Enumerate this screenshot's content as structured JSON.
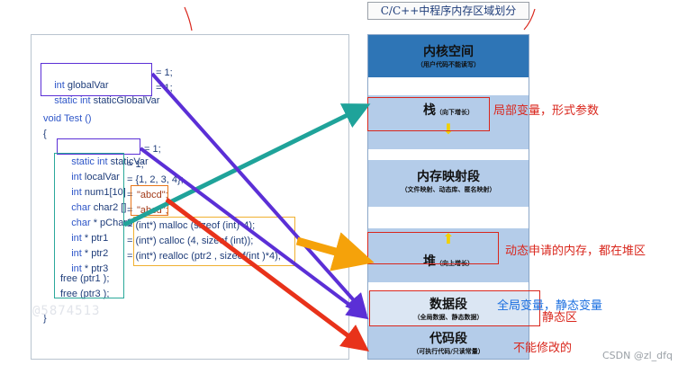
{
  "header": {
    "title": "C/C++中程序内存区域划分"
  },
  "code": {
    "line1": {
      "type": "int",
      "name": "globalVar",
      "tail": "= 1;"
    },
    "line2": {
      "type": "static int",
      "name": "staticGlobalVar",
      "tail": "= 1;"
    },
    "line3": {
      "text": "void Test ()"
    },
    "line4": {
      "text": "{"
    },
    "line5": {
      "type": "static int",
      "name": "staticVar",
      "tail": "= 1;"
    },
    "line6": {
      "type": "int",
      "name": "localVar",
      "tail": "= 1;"
    },
    "line7": {
      "type": "int",
      "name": "num1[10]",
      "tail": "= {1, 2, 3, 4};"
    },
    "line8": {
      "type": "char",
      "name": "char2 []",
      "eq": "=",
      "str": "\"abcd\";"
    },
    "line9": {
      "type": "char",
      "name": "* pChar3",
      "eq": "=",
      "str": "\"abcd\";"
    },
    "line10": {
      "type": "int",
      "name": "* ptr1",
      "tail": "= (int*) malloc (sizeof (int)*4);"
    },
    "line11": {
      "type": "int",
      "name": "* ptr2",
      "tail": "= (int*) calloc (4, sizeof (int));"
    },
    "line12": {
      "type": "int",
      "name": "* ptr3",
      "tail": "= (int*) realloc (ptr2 , sizeof(int )*4);"
    },
    "line13": {
      "text": "free (ptr1 );"
    },
    "line14": {
      "text": "free (ptr3 );"
    },
    "line15": {
      "text": "}"
    }
  },
  "watermark": "@5874513",
  "memory": {
    "kernel": {
      "title": "内核空间",
      "sub": "（用户代码不能读写）"
    },
    "stack": {
      "title": "栈",
      "sub": "（向下增长）"
    },
    "mmap": {
      "title": "内存映射段",
      "sub": "（文件映射、动态库、匿名映射）"
    },
    "heap": {
      "title": "堆",
      "sub": "（向上增长）"
    },
    "data": {
      "title": "数据段",
      "sub": "（全局数据、静态数据）"
    },
    "text": {
      "title": "代码段",
      "sub": "（可执行代码/只读常量）"
    }
  },
  "annotations": {
    "stack_note": "局部变量，形式参数",
    "heap_note": "动态申请的内存，都在堆区",
    "data_note": "全局变量，静态变量",
    "data_note2": "静态区",
    "text_note": "不能修改的"
  },
  "credit": "CSDN @zl_dfq",
  "colors": {
    "kernel_fill": "#2e75b6",
    "segment_fill": "#b4cce9",
    "gap_fill": "#ffffff",
    "teal_arrow": "#1fa39a",
    "purple_arrow": "#5b2fd6",
    "orange_arrow": "#f5a20a",
    "red_arrow": "#e8321a",
    "annotation_red": "#d9261c",
    "annotation_blue": "#1b6fe0"
  }
}
